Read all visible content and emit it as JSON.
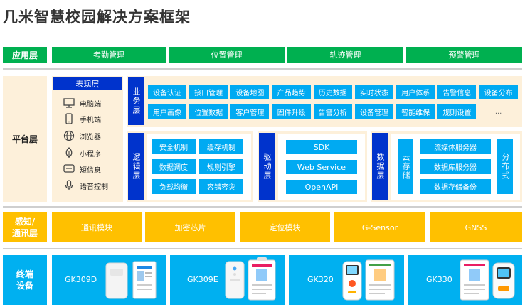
{
  "title": "几米智慧校园解决方案框架",
  "application_layer": {
    "label": "应用层",
    "items": [
      "考勤管理",
      "位置管理",
      "轨迹管理",
      "预警管理"
    ]
  },
  "platform_layer": {
    "label": "平台层",
    "presentation": {
      "header": "表现层",
      "items": [
        {
          "icon": "monitor-icon",
          "label": "电脑端"
        },
        {
          "icon": "phone-icon",
          "label": "手机端"
        },
        {
          "icon": "globe-icon",
          "label": "浏览器"
        },
        {
          "icon": "leaf-icon",
          "label": "小程序"
        },
        {
          "icon": "message-icon",
          "label": "短信息"
        },
        {
          "icon": "mic-icon",
          "label": "语音控制"
        }
      ]
    },
    "business": {
      "label": "业务层",
      "row1": [
        "设备认证",
        "接口管理",
        "设备地图",
        "产品趋势",
        "历史数据",
        "实时状态",
        "用户体系",
        "告警信息",
        "设备分布"
      ],
      "row2": [
        "用户画像",
        "位置数据",
        "客户管理",
        "固件升级",
        "告警分析",
        "设备管理",
        "智能维保",
        "规则设置",
        "..."
      ]
    },
    "logic": {
      "label": "逻辑层",
      "items": [
        "安全机制",
        "缓存机制",
        "数据调度",
        "规则引擎",
        "负载均衡",
        "容错容灾"
      ]
    },
    "driver": {
      "label": "驱动层",
      "items": [
        "SDK",
        "Web Service",
        "OpenAPI"
      ]
    },
    "data": {
      "label": "数据层",
      "cloud": "云存储",
      "services": [
        "流媒体服务器",
        "数据库服务器",
        "数据存储备份"
      ],
      "distributed": "分布式"
    }
  },
  "sensing_layer": {
    "label_line1": "感知/",
    "label_line2": "通讯层",
    "items": [
      "通讯模块",
      "加密芯片",
      "定位模块",
      "G-Sensor",
      "GNSS"
    ]
  },
  "terminal_layer": {
    "label_line1": "终端",
    "label_line2": "设备",
    "devices": [
      "GK309D",
      "GK309E",
      "GK320",
      "GK330"
    ]
  },
  "colors": {
    "green": "#00b050",
    "cream": "#fdf0da",
    "blue": "#00aaf2",
    "navy": "#0033cc",
    "orange": "#ffc000",
    "cyan": "#00b0f0"
  }
}
